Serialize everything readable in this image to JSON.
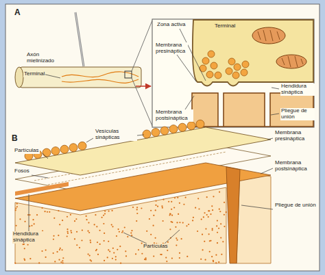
{
  "diagram": {
    "labels": [
      "A",
      "Axón mielinizado",
      "Terminal",
      "Zona activa",
      "Terminal",
      "Membrana presináptica",
      "Hendidura sináptica",
      "Membrana postsináptica",
      "Pliegue de unión",
      "B",
      "Vesículas sinápticas",
      "Partículas",
      "Fosos",
      "Hendidura sináptica",
      "Partículas",
      "Membrana presináptica",
      "Membrana postsináptica",
      "Pliegue de unión"
    ]
  }
}
